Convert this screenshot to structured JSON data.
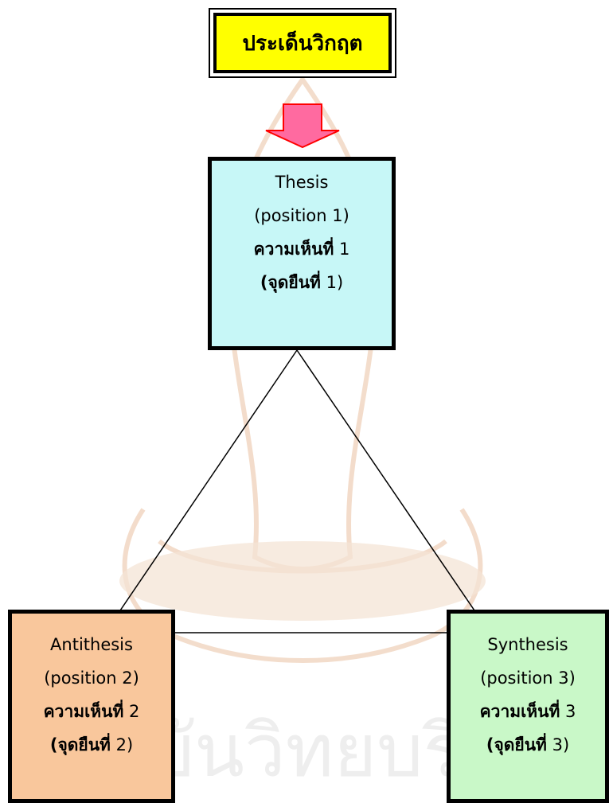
{
  "title": "ประเด็นวิกฤต",
  "colors": {
    "title_bg": "#ffff00",
    "arrow_fill": "#ff6aa0",
    "arrow_stroke": "#ff0000",
    "thesis_bg": "#c7f7f7",
    "antithesis_bg": "#f9c79c",
    "synthesis_bg": "#c9f8c8"
  },
  "nodes": {
    "thesis": {
      "name": "Thesis",
      "position": "(position 1)",
      "opinion_prefix": "ความเห็นที่",
      "opinion_number": "1",
      "standpoint_prefix": "(จุดยืนที่",
      "standpoint_number": "1)"
    },
    "antithesis": {
      "name": "Antithesis",
      "position": "(position 2)",
      "opinion_prefix": "ความเห็นที่",
      "opinion_number": "2",
      "standpoint_prefix": "(จุดยืนที่",
      "standpoint_number": "2)"
    },
    "synthesis": {
      "name": "Synthesis",
      "position": "(position 3)",
      "opinion_prefix": "ความเห็นที่",
      "opinion_number": "3",
      "standpoint_prefix": "(จุดยืนที่",
      "standpoint_number": "3)"
    }
  },
  "watermark": {
    "text": "สถาบันวิทยบริการ"
  }
}
